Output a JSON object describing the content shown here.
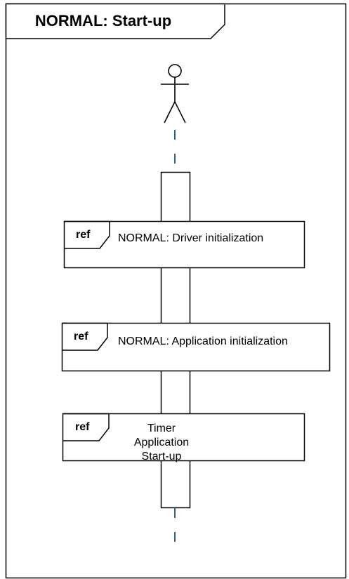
{
  "frame": {
    "title": "NORMAL: Start-up"
  },
  "refs": [
    {
      "tag": "ref",
      "text": "NORMAL: Driver initialization"
    },
    {
      "tag": "ref",
      "text": "NORMAL: Application initialization"
    },
    {
      "tag": "ref",
      "text": "Timer Application\nStart-up"
    }
  ],
  "colors": {
    "lifeline": "#1f4e79",
    "stroke": "#000000",
    "background": "#ffffff"
  }
}
